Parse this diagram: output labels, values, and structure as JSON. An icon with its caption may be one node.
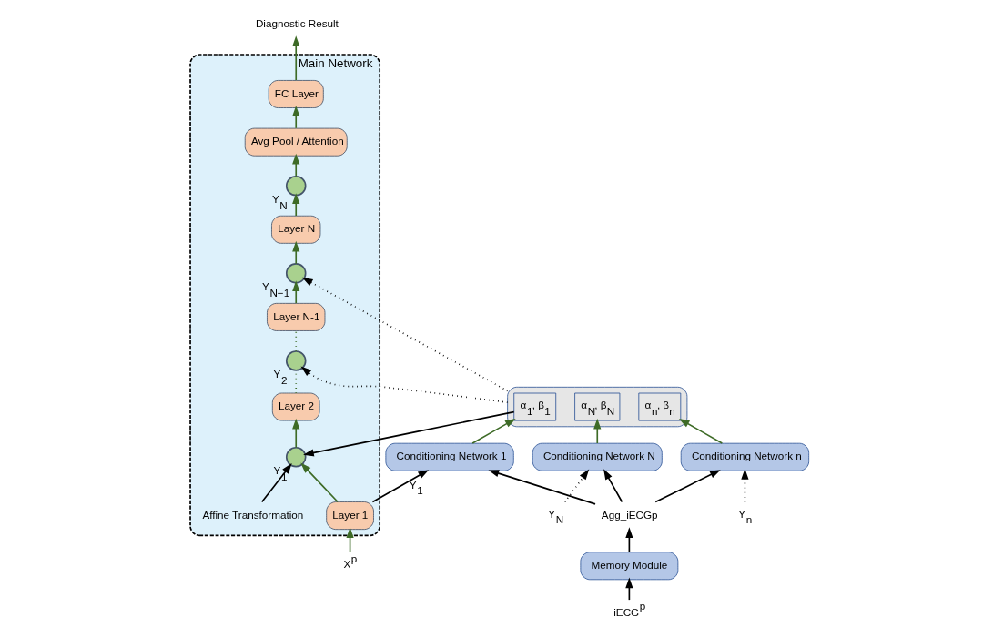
{
  "diagram": {
    "nodes": [
      {
        "text": [
          "Main Network"
        ]
      },
      {
        "text": [
          "FC Layer"
        ],
        "in": 0
      },
      {
        "text": [
          "Avg Pool / Attention"
        ],
        "in": 0
      },
      {
        "text": [],
        "shape": "circle",
        "in": 0,
        "beside": [
          "Y$_{N}$"
        ]
      },
      {
        "text": [
          "Layer N"
        ],
        "in": 0
      },
      {
        "text": [],
        "shape": "circle",
        "in": 0,
        "beside": [
          "Y$_{N−1}$"
        ]
      },
      {
        "text": [
          "Layer N-1"
        ],
        "in": 0
      },
      {
        "text": [],
        "shape": "circle",
        "in": 0,
        "beside": [
          "Y$_{2}$"
        ]
      },
      {
        "text": [
          "Layer 2"
        ],
        "in": 0
      },
      {
        "text": [],
        "shape": "circle",
        "in": 0,
        "beside": [
          "Y$_{1}$"
        ]
      },
      {
        "text": [
          "Layer 1"
        ],
        "in": 0
      },
      {
        "text": [
          "Affine Transformation"
        ],
        "in": 0
      },
      {
        "text": [
          "Diagnostic Result"
        ]
      },
      {
        "text": [
          "X$^{p}$"
        ]
      },
      {
        "text": [],
        "shape": "box"
      },
      {
        "text": [
          "α$_{1}$, β$_{1}$"
        ],
        "in": 14
      },
      {
        "text": [
          "α$_{n}$, β$_{n}$"
        ],
        "in": 14
      },
      {
        "text": [
          "α$_{N}$, β$_{N}$"
        ],
        "in": 14
      },
      {
        "text": [
          "Conditioning Network 1"
        ]
      },
      {
        "text": [
          "Conditioning Network n"
        ]
      },
      {
        "text": [
          "Conditioning Network N"
        ]
      },
      {
        "text": [
          "Agg_iECGp"
        ]
      },
      {
        "text": [
          "Memory Module"
        ]
      },
      {
        "text": [
          "iECG$^{p}$"
        ]
      },
      {
        "text": [
          "Y$_{n}$"
        ]
      },
      {
        "text": [
          "Y$_{N}$"
        ]
      }
    ],
    "edges": [
      {
        "from": 1,
        "to": 12,
        "arrow": "to"
      },
      {
        "from": 2,
        "to": 1,
        "arrow": "to"
      },
      {
        "from": 3,
        "to": 2,
        "arrow": "to"
      },
      {
        "from": 4,
        "to": 3,
        "arrow": "to"
      },
      {
        "from": 5,
        "to": 4,
        "arrow": "to"
      },
      {
        "from": 6,
        "to": 5,
        "arrow": "to"
      },
      {
        "from": 7,
        "to": 6,
        "arrow": "none",
        "style": "dashed"
      },
      {
        "from": 8,
        "to": 7,
        "arrow": "none",
        "style": "dashed"
      },
      {
        "from": 9,
        "to": 8,
        "arrow": "to"
      },
      {
        "from": 10,
        "to": 9,
        "arrow": "to"
      },
      {
        "from": 13,
        "to": 10,
        "arrow": "to"
      },
      {
        "from": 11,
        "to": 9,
        "arrow": "to",
        "color": "#000000"
      },
      {
        "from": 14,
        "to": 5,
        "arrow": "to",
        "style": "dashed",
        "color": "#000000"
      },
      {
        "from": 14,
        "to": 7,
        "arrow": "to",
        "style": "dashed",
        "color": "#000000"
      },
      {
        "from": 15,
        "to": 9,
        "arrow": "to",
        "color": "#000000"
      },
      {
        "from": 10,
        "to": 18,
        "arrow": "to",
        "label": "Y$_{1}$",
        "color": "#000000"
      },
      {
        "from": 18,
        "to": 15,
        "arrow": "to"
      },
      {
        "from": 19,
        "to": 16,
        "arrow": "to"
      },
      {
        "from": 20,
        "to": 17,
        "arrow": "to"
      },
      {
        "from": 21,
        "to": 18,
        "arrow": "to",
        "color": "#000000"
      },
      {
        "from": 21,
        "to": 19,
        "arrow": "to",
        "color": "#000000"
      },
      {
        "from": 21,
        "to": 20,
        "arrow": "to",
        "color": "#000000"
      },
      {
        "from": 24,
        "to": 19,
        "arrow": "to",
        "style": "dashed",
        "color": "#000000"
      },
      {
        "from": 25,
        "to": 20,
        "arrow": "to",
        "style": "dashed",
        "color": "#000000"
      },
      {
        "from": 22,
        "to": 21,
        "arrow": "to",
        "color": "#000000"
      },
      {
        "from": 23,
        "to": 22,
        "arrow": "to",
        "color": "#000000"
      }
    ]
  }
}
